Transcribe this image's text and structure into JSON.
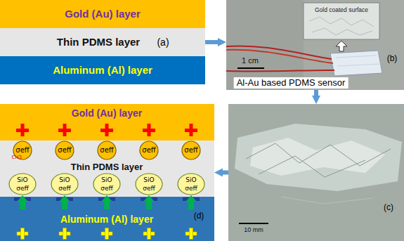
{
  "diagram": {
    "nodes": [
      {
        "text": [
          "(a)"
        ]
      },
      {
        "text": [
          "Gold (Au) layer"
        ],
        "in": 0
      },
      {
        "text": [
          "Thin PDMS layer"
        ],
        "in": 0
      },
      {
        "text": [
          "Aluminum (Al) layer"
        ],
        "in": 0
      },
      {
        "text": [
          "Gold coated surface",
          "1 cm",
          "Al-Au based PDMS sensor",
          "(b)"
        ]
      },
      {
        "text": [
          "(d)"
        ]
      },
      {
        "text": [
          "Gold (Au) layer"
        ],
        "in": 5
      },
      {
        "text": [
          "Thin PDMS layer"
        ],
        "in": 5
      },
      {
        "text": [
          "Aluminum (Al) layer"
        ],
        "in": 5
      },
      {
        "text": [
          "10 mm",
          "(c)"
        ]
      }
    ],
    "edges": [
      {
        "from": 0,
        "to": 4,
        "arrow": "to"
      },
      {
        "from": 4,
        "to": 9,
        "arrow": "to"
      },
      {
        "from": 9,
        "to": 5,
        "arrow": "to"
      }
    ],
    "labels": [
      "σeff",
      "σeff",
      "σeff",
      "σeff",
      "σeff",
      "CH3",
      "SiO",
      "σeff",
      "SiO",
      "σeff",
      "SiO",
      "σeff",
      "SiO",
      "σeff",
      "SiO",
      "σeff"
    ]
  }
}
